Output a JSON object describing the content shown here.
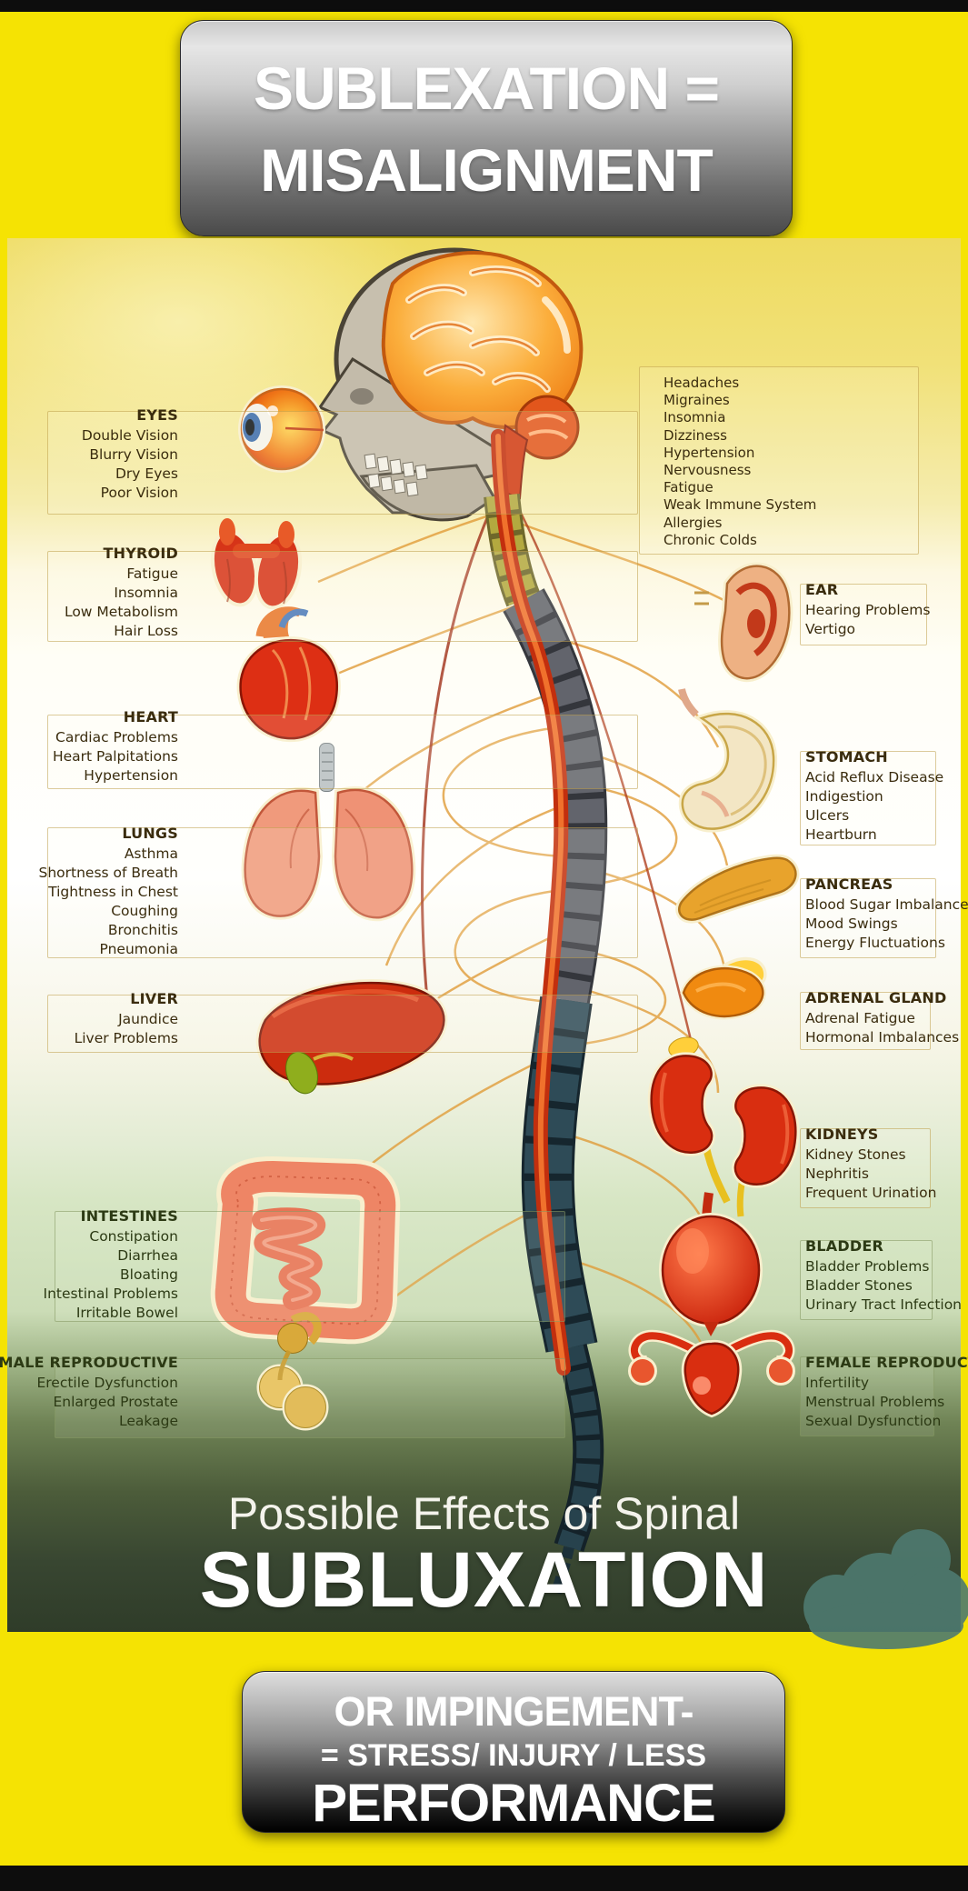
{
  "top_banner": {
    "line1": "SUBLEXATION =",
    "line2": "MISALIGNMENT"
  },
  "bottom_banner": {
    "line1": "OR IMPINGEMENT-",
    "line2": "= STRESS/ INJURY / LESS",
    "line3": "PERFORMANCE"
  },
  "poster": {
    "brain_list": {
      "items": [
        "Headaches",
        "Migraines",
        "Insomnia",
        "Dizziness",
        "Hypertension",
        "Nervousness",
        "Fatigue",
        "Weak Immune System",
        "Allergies",
        "Chronic Colds"
      ]
    },
    "left_labels": [
      {
        "title": "EYES",
        "items": [
          "Double Vision",
          "Blurry Vision",
          "Dry Eyes",
          "Poor Vision"
        ]
      },
      {
        "title": "THYROID",
        "items": [
          "Fatigue",
          "Insomnia",
          "Low Metabolism",
          "Hair Loss"
        ]
      },
      {
        "title": "HEART",
        "items": [
          "Cardiac Problems",
          "Heart Palpitations",
          "Hypertension"
        ]
      },
      {
        "title": "LUNGS",
        "items": [
          "Asthma",
          "Shortness of Breath",
          "Tightness in Chest",
          "Coughing",
          "Bronchitis",
          "Pneumonia"
        ]
      },
      {
        "title": "LIVER",
        "items": [
          "Jaundice",
          "Liver Problems"
        ]
      },
      {
        "title": "INTESTINES",
        "items": [
          "Constipation",
          "Diarrhea",
          "Bloating",
          "Intestinal Problems",
          "Irritable Bowel"
        ]
      },
      {
        "title": "MALE REPRODUCTIVE",
        "items": [
          "Erectile Dysfunction",
          "Enlarged Prostate",
          "Leakage"
        ]
      }
    ],
    "right_labels": [
      {
        "title": "EAR",
        "items": [
          "Hearing Problems",
          "Vertigo"
        ]
      },
      {
        "title": "STOMACH",
        "items": [
          "Acid Reflux Disease",
          "Indigestion",
          "Ulcers",
          "Heartburn"
        ]
      },
      {
        "title": "PANCREAS",
        "items": [
          "Blood Sugar Imbalance",
          "Mood Swings",
          "Energy Fluctuations"
        ]
      },
      {
        "title": "ADRENAL GLAND",
        "items": [
          "Adrenal Fatigue",
          "Hormonal Imbalances"
        ]
      },
      {
        "title": "KIDNEYS",
        "items": [
          "Kidney Stones",
          "Nephritis",
          "Frequent Urination"
        ]
      },
      {
        "title": "BLADDER",
        "items": [
          "Bladder Problems",
          "Bladder Stones",
          "Urinary Tract Infection"
        ]
      },
      {
        "title": "FEMALE REPRODUCTIVE",
        "items": [
          "Infertility",
          "Menstrual Problems",
          "Sexual Dysfunction"
        ]
      }
    ],
    "footer_title": {
      "line1": "Possible Effects of Spinal",
      "line2": "SUBLUXATION"
    }
  },
  "colors": {
    "frame_yellow": "#f5e303",
    "poster_gold": "#eedb60",
    "poster_green_dark": "#2f3c29",
    "spinal_cord_red": "#c22f0e",
    "nerve_orange": "#e09a35",
    "banner_text": "#ffffff"
  }
}
